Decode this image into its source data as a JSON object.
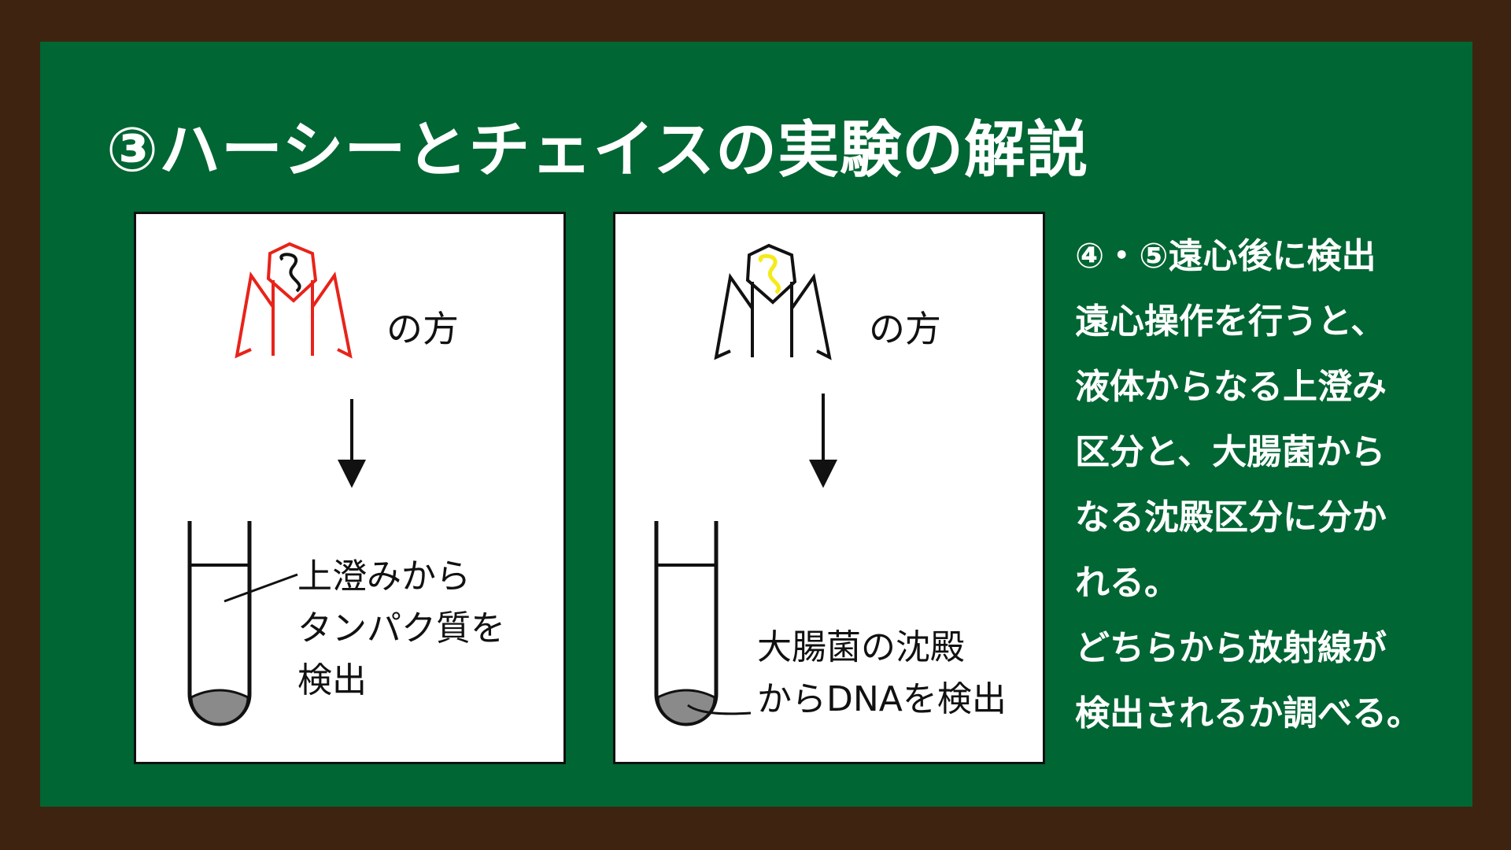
{
  "title": "③ハーシーとチェイスの実験の解説",
  "colors": {
    "board": "#006633",
    "frame": "#3e2410",
    "protein_label": "#e8231a",
    "dna_label": "#f5ea1a",
    "sediment": "#8a8a8a"
  },
  "panel_left": {
    "phage_caption": "の方",
    "result_lines": [
      "上澄みから",
      "タンパク質を",
      "検出"
    ]
  },
  "panel_right": {
    "phage_caption": "の方",
    "result_lines": [
      "大腸菌の沈殿",
      "からDNAを検出"
    ]
  },
  "explanation": [
    "④・⑤遠心後に検出",
    "遠心操作を行うと、",
    "液体からなる上澄み",
    "区分と、大腸菌から",
    "なる沈殿区分に分か",
    "れる。",
    "どちらから放射線が",
    "検出されるか調べる。"
  ]
}
